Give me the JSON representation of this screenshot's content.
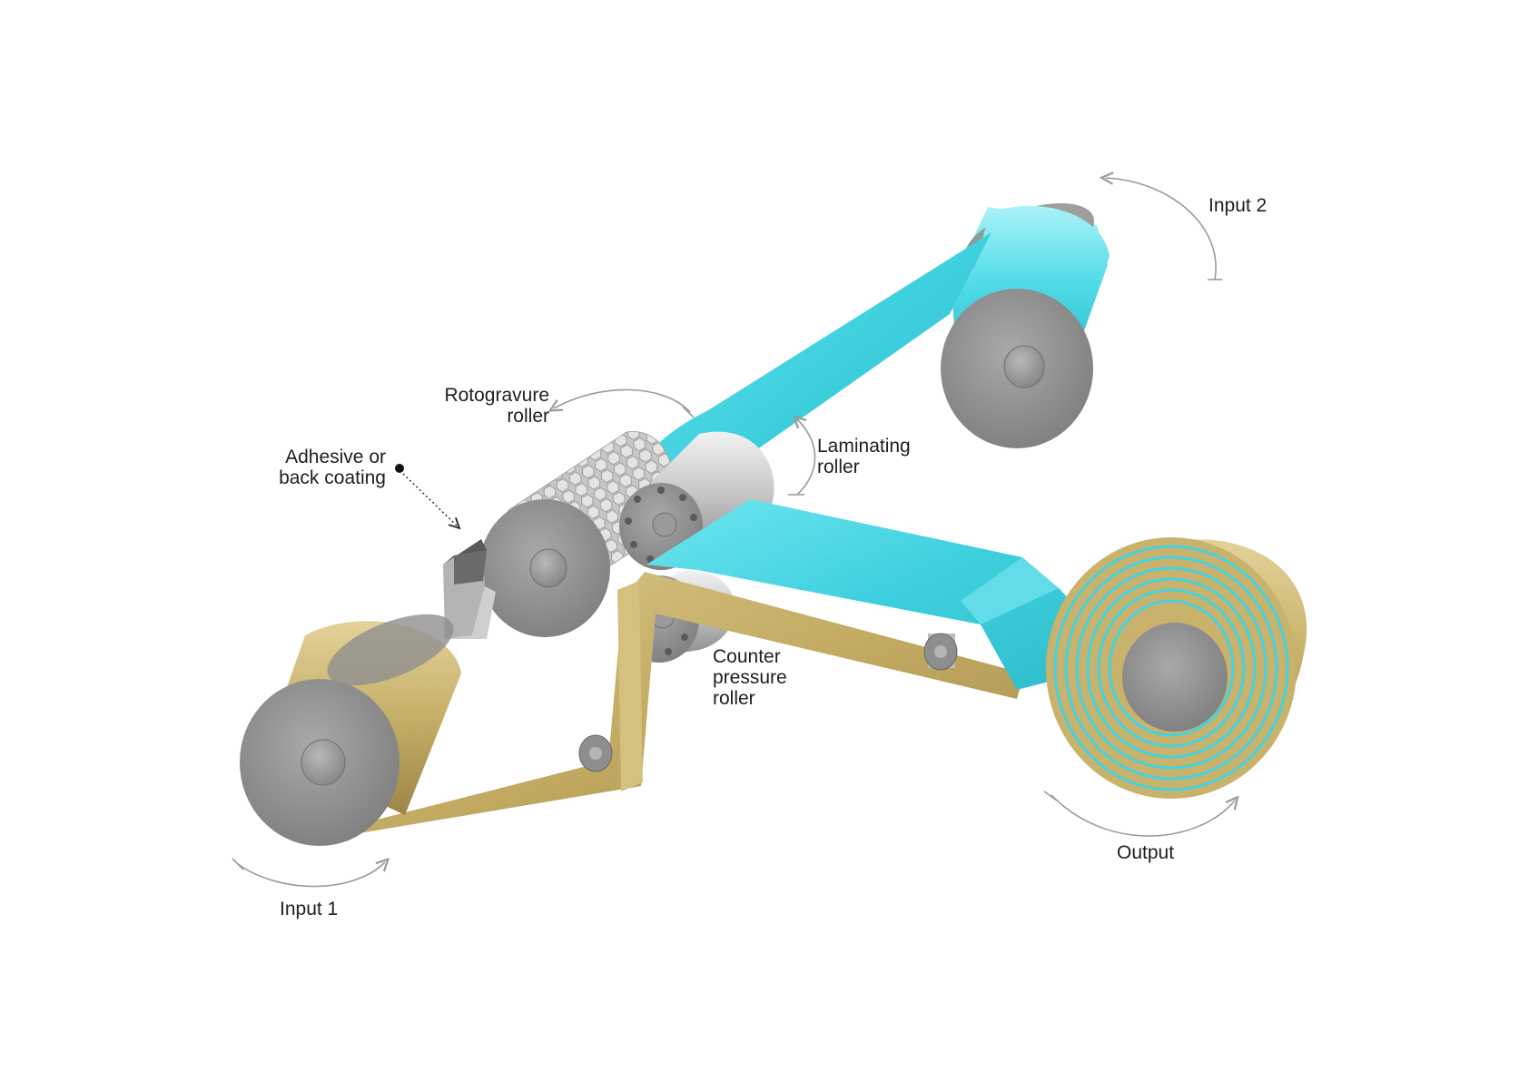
{
  "labels": {
    "input_2": "Input 2",
    "rotogravure_line1": "Rotogravure",
    "rotogravure_line2": "roller",
    "adhesive_line1": "Adhesive or",
    "adhesive_line2": "back coating",
    "laminating_line1": "Laminating",
    "laminating_line2": "roller",
    "counter_line1": "Counter",
    "counter_line2": "pressure",
    "counter_line3": "roller",
    "output": "Output",
    "input_1": "Input 1"
  },
  "colors": {
    "film_cyan": "#3fd3e0",
    "film_gold": "#c6b06a",
    "roller_gray": "#8e8e8e",
    "arrow_gray": "#9a9a9a",
    "text": "#1e1e1e"
  }
}
